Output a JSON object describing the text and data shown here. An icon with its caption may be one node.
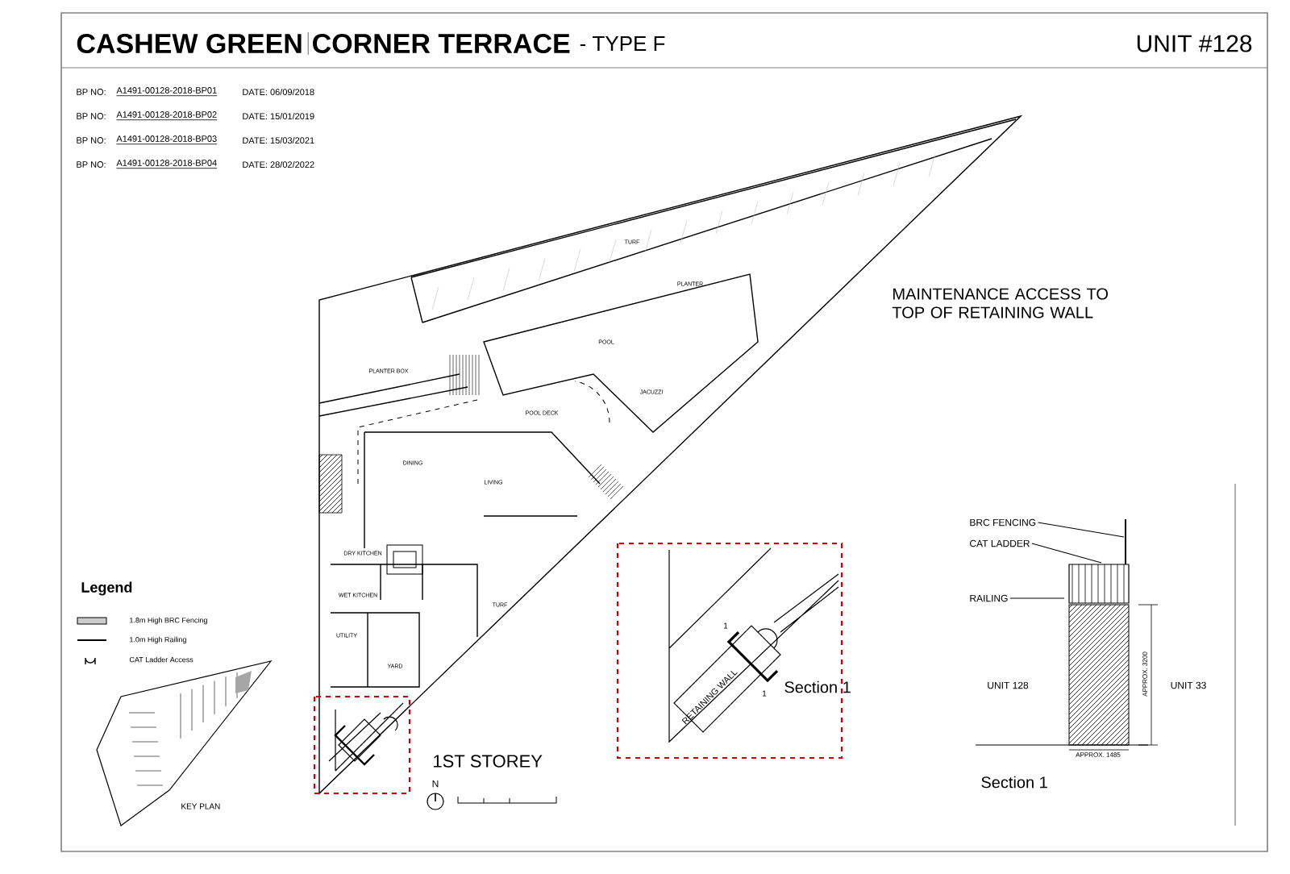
{
  "diagram": {
    "title": "CASHEW GREEN",
    "nodes": [
      {
        "text": [
          "BRC FENCING"
        ]
      },
      {
        "text": [
          "CAT LADDER"
        ]
      },
      {
        "text": [
          "RAILING"
        ]
      }
    ],
    "edges": [
      {
        "from": 0,
        "to": null,
        "arrow": "none"
      },
      {
        "from": 1,
        "to": null,
        "arrow": "none"
      },
      {
        "from": 2,
        "to": null,
        "arrow": "none"
      }
    ],
    "labels": [
      "CORNER TERRACE",
      "- TYPE F",
      "UNIT #128",
      "BP NO:",
      "A1491-00128-2018-BP01",
      "DATE: 06/09/2018",
      "BP NO:",
      "A1491-00128-2018-BP02",
      "DATE: 15/01/2019",
      "BP NO:",
      "A1491-00128-2018-BP03",
      "DATE: 15/03/2021",
      "BP NO:",
      "A1491-00128-2018-BP04",
      "DATE: 28/02/2022",
      "TURF",
      "PLANTER",
      "POOL",
      "PLANTER BOX",
      "POOL DECK",
      "JACUZZI",
      "DINING",
      "LIVING",
      "DRY KITCHEN",
      "WET KITCHEN",
      "UTILITY",
      "YARD",
      "TURF",
      "MAINTENANCE ACCESS TO TOP OF RETAINING WALL",
      "1",
      "RETAINING WALL",
      "1",
      "Section 1",
      "Legend",
      "KEY PLAN",
      "1ST STOREY",
      "N",
      "UNIT 128",
      "UNIT 33",
      "APPROX. 3200",
      "APPROX. 1485",
      "Section 1"
    ],
    "legend": [
      {
        "text": "1.8m High BRC Fencing"
      },
      {
        "text": "1.0m High Railing"
      },
      {
        "text": "CAT Ladder Access"
      }
    ]
  }
}
